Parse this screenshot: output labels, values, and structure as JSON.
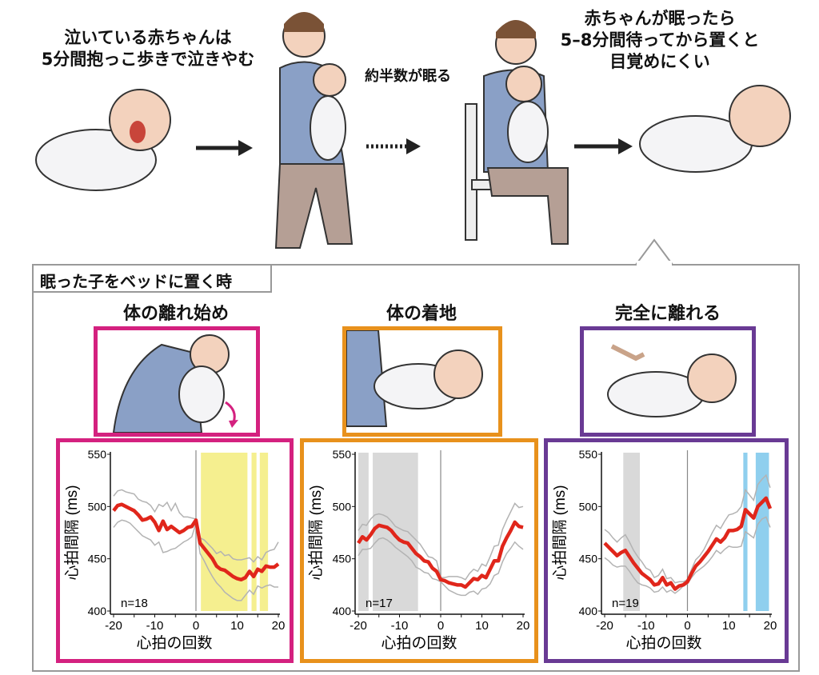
{
  "top": {
    "caption_left": [
      "泣いている赤ちゃんは",
      "5分間抱っこ歩きで泣きやむ"
    ],
    "caption_middle": "約半数が眠る",
    "caption_right": [
      "赤ちゃんが眠ったら",
      "5–8分間待ってから置くと",
      "目覚めにくい"
    ]
  },
  "panel": {
    "label": "眠った子をベッドに置く時",
    "sections": [
      {
        "title": "体の離れ始め",
        "color": "#d4217f"
      },
      {
        "title": "体の着地",
        "color": "#e8911c"
      },
      {
        "title": "完全に離れる",
        "color": "#693a94"
      }
    ]
  },
  "chart_data": [
    {
      "type": "line",
      "xlabel": "心拍の回数",
      "ylabel": "心拍間隔 (ms)",
      "xlim": [
        -20,
        20
      ],
      "ylim": [
        400,
        550
      ],
      "xticks": [
        "-20",
        "-10",
        "0",
        "10",
        "20"
      ],
      "yticks": [
        "550",
        "500",
        "450",
        "400"
      ],
      "annotation": "n=18",
      "x": [
        -20,
        -19,
        -18,
        -17,
        -16,
        -15,
        -14,
        -13,
        -12,
        -11,
        -10,
        -9,
        -8,
        -7,
        -6,
        -5,
        -4,
        -3,
        -2,
        -1,
        0,
        1,
        2,
        3,
        4,
        5,
        6,
        7,
        8,
        9,
        10,
        11,
        12,
        13,
        14,
        15,
        16,
        17,
        18,
        19,
        20
      ],
      "mean": [
        496,
        501,
        502,
        500,
        498,
        496,
        492,
        487,
        488,
        490,
        485,
        477,
        486,
        478,
        481,
        478,
        475,
        477,
        480,
        481,
        487,
        465,
        460,
        455,
        450,
        443,
        440,
        439,
        436,
        433,
        431,
        430,
        432,
        438,
        433,
        440,
        438,
        443,
        442,
        442,
        445
      ],
      "upper": [
        510,
        515,
        516,
        514,
        513,
        512,
        507,
        505,
        504,
        501,
        495,
        502,
        500,
        504,
        496,
        503,
        494,
        490,
        490,
        489,
        488,
        470,
        468,
        464,
        460,
        455,
        457,
        453,
        454,
        450,
        449,
        449,
        450,
        451,
        447,
        452,
        449,
        456,
        458,
        459,
        466
      ],
      "lower": [
        480,
        485,
        487,
        486,
        484,
        480,
        476,
        472,
        470,
        468,
        463,
        466,
        456,
        457,
        459,
        460,
        463,
        466,
        468,
        471,
        484,
        455,
        448,
        440,
        433,
        427,
        423,
        418,
        415,
        412,
        410,
        410,
        415,
        420,
        416,
        424,
        422,
        424,
        425,
        423,
        423
      ],
      "shaded": [
        {
          "from": 1.2,
          "to": 12.5,
          "color": "#f5ef8f"
        },
        {
          "from": 13.5,
          "to": 14.7,
          "color": "#f5ef8f"
        },
        {
          "from": 15.5,
          "to": 17.5,
          "color": "#f5ef8f"
        }
      ],
      "mean_color": "#e0261b",
      "ci_color": "#b3b3b3"
    },
    {
      "type": "line",
      "xlabel": "心拍の回数",
      "ylabel": "心拍間隔 (ms)",
      "xlim": [
        -20,
        20
      ],
      "ylim": [
        400,
        550
      ],
      "xticks": [
        "-20",
        "-10",
        "0",
        "10",
        "20"
      ],
      "yticks": [
        "550",
        "500",
        "450",
        "400"
      ],
      "annotation": "n=17",
      "x": [
        -20,
        -19,
        -18,
        -17,
        -16,
        -15,
        -14,
        -13,
        -12,
        -11,
        -10,
        -9,
        -8,
        -7,
        -6,
        -5,
        -4,
        -3,
        -2,
        -1,
        0,
        1,
        2,
        3,
        4,
        5,
        6,
        7,
        8,
        9,
        10,
        11,
        12,
        13,
        14,
        15,
        16,
        17,
        18,
        19,
        20
      ],
      "mean": [
        465,
        471,
        468,
        473,
        479,
        482,
        481,
        480,
        477,
        472,
        468,
        466,
        465,
        460,
        455,
        452,
        448,
        447,
        441,
        438,
        430,
        429,
        427,
        426,
        425,
        425,
        423,
        427,
        431,
        430,
        434,
        432,
        440,
        448,
        448,
        462,
        470,
        477,
        485,
        481,
        480
      ],
      "upper": [
        477,
        483,
        482,
        488,
        492,
        493,
        492,
        490,
        486,
        481,
        479,
        477,
        476,
        472,
        468,
        464,
        458,
        452,
        451,
        448,
        432,
        432,
        433,
        433,
        433,
        432,
        430,
        436,
        440,
        438,
        445,
        443,
        452,
        462,
        463,
        478,
        487,
        495,
        503,
        499,
        500
      ],
      "lower": [
        453,
        459,
        459,
        460,
        465,
        469,
        470,
        468,
        465,
        461,
        458,
        455,
        452,
        448,
        442,
        440,
        437,
        436,
        431,
        430,
        428,
        424,
        420,
        418,
        416,
        415,
        415,
        418,
        419,
        416,
        421,
        422,
        426,
        434,
        436,
        447,
        455,
        460,
        466,
        462,
        459
      ],
      "shaded": [
        {
          "from": -20,
          "to": -17.5,
          "color": "#d9d9d9"
        },
        {
          "from": -16.5,
          "to": -5.5,
          "color": "#d9d9d9"
        }
      ],
      "mean_color": "#e0261b",
      "ci_color": "#b3b3b3"
    },
    {
      "type": "line",
      "xlabel": "心拍の回数",
      "ylabel": "心拍間隔 (ms)",
      "xlim": [
        -20,
        20
      ],
      "ylim": [
        400,
        550
      ],
      "xticks": [
        "-20",
        "-10",
        "0",
        "10",
        "20"
      ],
      "yticks": [
        "550",
        "500",
        "450",
        "400"
      ],
      "annotation": "n=19",
      "x": [
        -20,
        -19,
        -18,
        -17,
        -16,
        -15,
        -14,
        -13,
        -12,
        -11,
        -10,
        -9,
        -8,
        -7,
        -6,
        -5,
        -4,
        -3,
        -2,
        -1,
        0,
        1,
        2,
        3,
        4,
        5,
        6,
        7,
        8,
        9,
        10,
        11,
        12,
        13,
        14,
        15,
        16,
        17,
        18,
        19,
        20
      ],
      "mean": [
        465,
        461,
        457,
        453,
        456,
        458,
        452,
        446,
        441,
        436,
        433,
        430,
        425,
        426,
        432,
        425,
        427,
        421,
        424,
        425,
        428,
        436,
        443,
        447,
        452,
        457,
        463,
        469,
        466,
        470,
        477,
        477,
        478,
        481,
        497,
        493,
        489,
        500,
        504,
        508,
        498
      ],
      "upper": [
        478,
        475,
        470,
        466,
        470,
        473,
        466,
        458,
        452,
        447,
        441,
        439,
        432,
        434,
        440,
        431,
        432,
        427,
        428,
        428,
        430,
        440,
        449,
        453,
        459,
        467,
        475,
        482,
        479,
        486,
        492,
        493,
        495,
        500,
        516,
        511,
        506,
        521,
        526,
        530,
        518
      ],
      "lower": [
        451,
        448,
        444,
        442,
        443,
        443,
        438,
        432,
        427,
        425,
        424,
        422,
        418,
        419,
        423,
        418,
        420,
        417,
        420,
        424,
        426,
        432,
        437,
        440,
        443,
        447,
        452,
        458,
        455,
        459,
        462,
        461,
        461,
        462,
        476,
        473,
        470,
        483,
        488,
        490,
        480
      ],
      "shaded": [
        {
          "from": -15.5,
          "to": -11.5,
          "color": "#d9d9d9"
        },
        {
          "from": 13.5,
          "to": 14.5,
          "color": "#8fcfee"
        },
        {
          "from": 16.5,
          "to": 19.7,
          "color": "#8fcfee"
        }
      ],
      "mean_color": "#e0261b",
      "ci_color": "#b3b3b3"
    }
  ]
}
